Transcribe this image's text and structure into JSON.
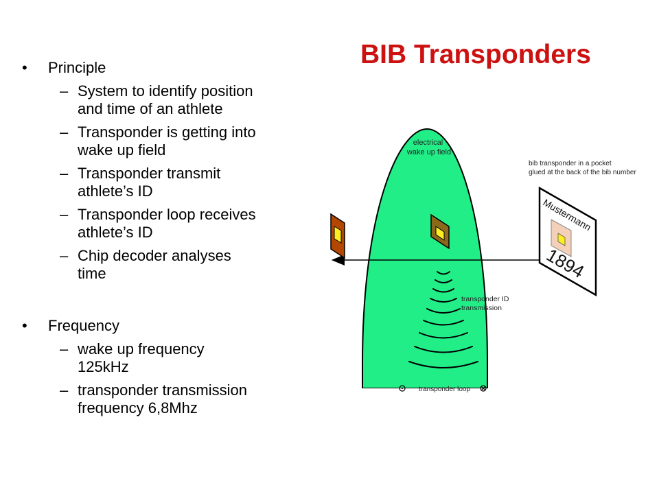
{
  "slide": {
    "title": "BIB Transponders",
    "bullet_glyph": "•",
    "dash_glyph": "–",
    "sections": [
      {
        "heading": "Principle",
        "items": [
          [
            "System to identify position",
            "and time of an athlete"
          ],
          [
            "Transponder is getting into",
            "wake up field"
          ],
          [
            "Transponder transmit",
            "athlete’s ID"
          ],
          [
            "Transponder loop receives",
            "athlete’s ID"
          ],
          [
            "Chip decoder analyses",
            "time"
          ]
        ]
      },
      {
        "heading": "Frequency",
        "items": [
          [
            "wake up frequency",
            "125kHz"
          ],
          [
            "transponder transmission",
            "frequency 6,8Mhz"
          ]
        ]
      }
    ]
  },
  "diagram": {
    "field_label": [
      "electrical",
      "wake up field"
    ],
    "pocket_label": [
      "bib transponder in a pocket",
      "glued at the back of the bib number"
    ],
    "transmission_label": [
      "transponder ID",
      "transmission"
    ],
    "loop_label": "transponder loop",
    "bib_name": "Mustermann",
    "bib_number": "1894",
    "colors": {
      "field": "#22ee88",
      "title": "#cc1111",
      "chip_outer_left": "#b34700",
      "chip_outer_mid": "#8a6a1a",
      "chip_core": "#ffee22"
    }
  }
}
